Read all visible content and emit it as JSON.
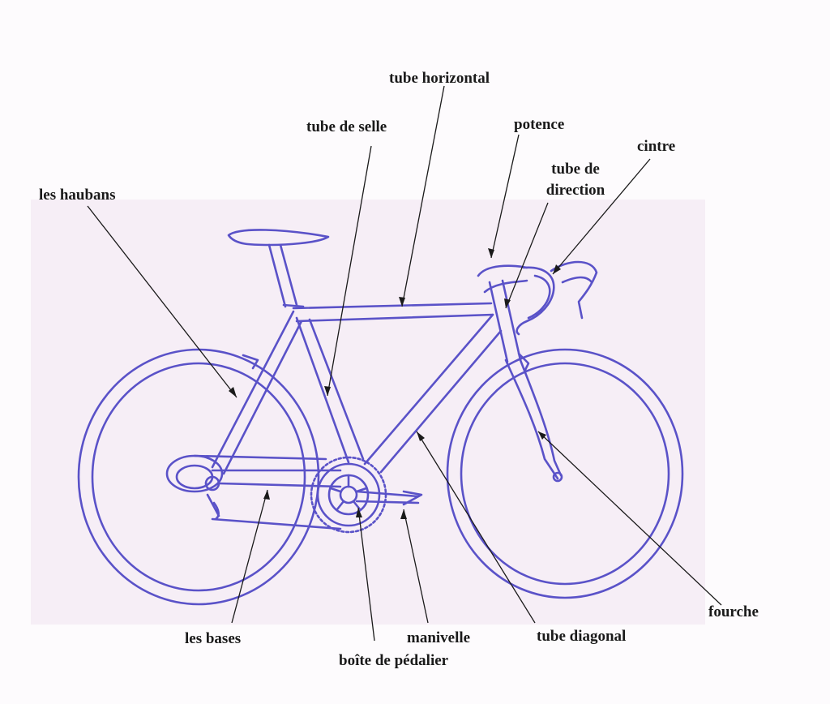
{
  "diagram": {
    "subject": "vélo",
    "colors": {
      "ink": "#5a52c8",
      "inkDark": "#3e36b0",
      "paper": "#fdfbfd",
      "panel": "#f6eef6",
      "leader": "#1a1a1a",
      "text": "#1a1a1a"
    },
    "labels": {
      "tube_horizontal": "tube horizontal",
      "tube_de_selle": "tube de selle",
      "potence": "potence",
      "cintre": "cintre",
      "tube_de_direction_1": "tube de",
      "tube_de_direction_2": "direction",
      "les_haubans": "les haubans",
      "fourche": "fourche",
      "les_bases": "les bases",
      "manivelle": "manivelle",
      "boite_de_pedalier": "boîte de pédalier",
      "tube_diagonal": "tube diagonal"
    }
  }
}
